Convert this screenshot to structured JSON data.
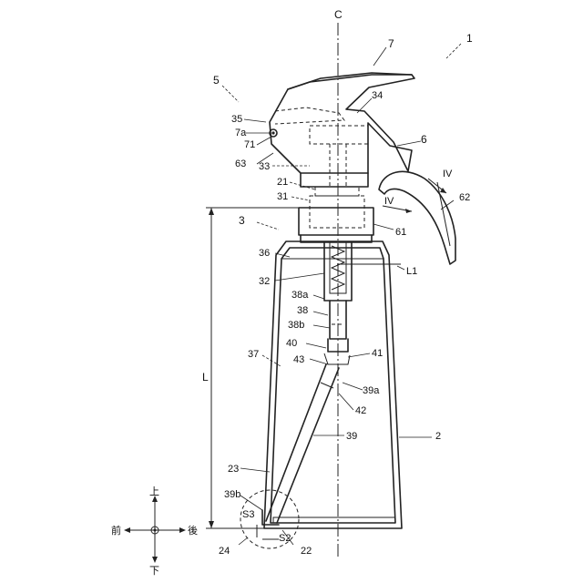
{
  "labels": {
    "n1": "1",
    "n2": "2",
    "n3": "3",
    "n5": "5",
    "n6": "6",
    "n7": "7",
    "n7a": "7a",
    "n21": "21",
    "n22": "22",
    "n23": "23",
    "n24": "24",
    "n31": "31",
    "n32": "32",
    "n33": "33",
    "n34": "34",
    "n35": "35",
    "n36": "36",
    "n37": "37",
    "n38": "38",
    "n38a": "38a",
    "n38b": "38b",
    "n39": "39",
    "n39a": "39a",
    "n39b": "39b",
    "n40": "40",
    "n41": "41",
    "n42": "42",
    "n43": "43",
    "n61": "61",
    "n62": "62",
    "n63": "63",
    "n71": "71",
    "L": "L",
    "L1": "L1",
    "C": "C",
    "S2": "S2",
    "S3": "S3",
    "iv1": "IV",
    "iv2": "IV"
  },
  "directions": {
    "up": "上",
    "down": "下",
    "front": "前",
    "back": "後"
  }
}
